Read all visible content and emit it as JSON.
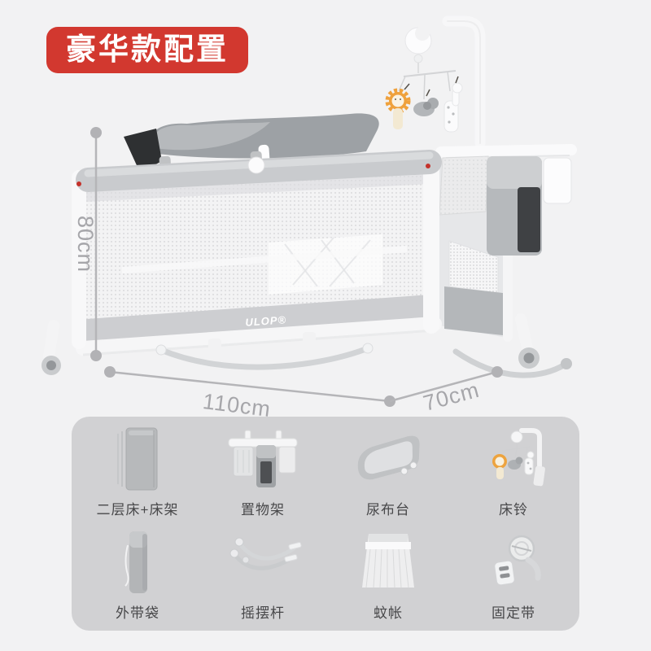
{
  "badge": {
    "label": "豪华款配置",
    "bg_color": "#d2382f",
    "text_color": "#ffffff"
  },
  "product": {
    "brand_label": "ULOP®",
    "description": "gray foldable baby crib with bassinet pad, side storage rack, mesh panels, caster wheels and hanging toy mobile",
    "mobile_toys": [
      "lion",
      "elephant",
      "giraffe"
    ],
    "colors": {
      "fabric": "#e9eaec",
      "rail": "#c9cbce",
      "bassinet_pad": "#9da1a5",
      "toy_accent": "#efa13c"
    }
  },
  "dimensions": {
    "height": "80cm",
    "length": "110cm",
    "depth": "70cm",
    "line_color": "#b5b5b8",
    "text_color": "#a6a6aa"
  },
  "accessories": {
    "panel_bg": "#d1d1d3",
    "label_color": "#48484a",
    "items": [
      {
        "label": "二层床+床架",
        "icon": "mattress-icon"
      },
      {
        "label": "置物架",
        "icon": "storage-rack-icon"
      },
      {
        "label": "尿布台",
        "icon": "diaper-table-icon"
      },
      {
        "label": "床铃",
        "icon": "bed-mobile-icon"
      },
      {
        "label": "外带袋",
        "icon": "carry-bag-icon"
      },
      {
        "label": "摇摆杆",
        "icon": "rocking-bar-icon"
      },
      {
        "label": "蚊帐",
        "icon": "mosquito-net-icon"
      },
      {
        "label": "固定带",
        "icon": "fixing-strap-icon"
      }
    ]
  }
}
